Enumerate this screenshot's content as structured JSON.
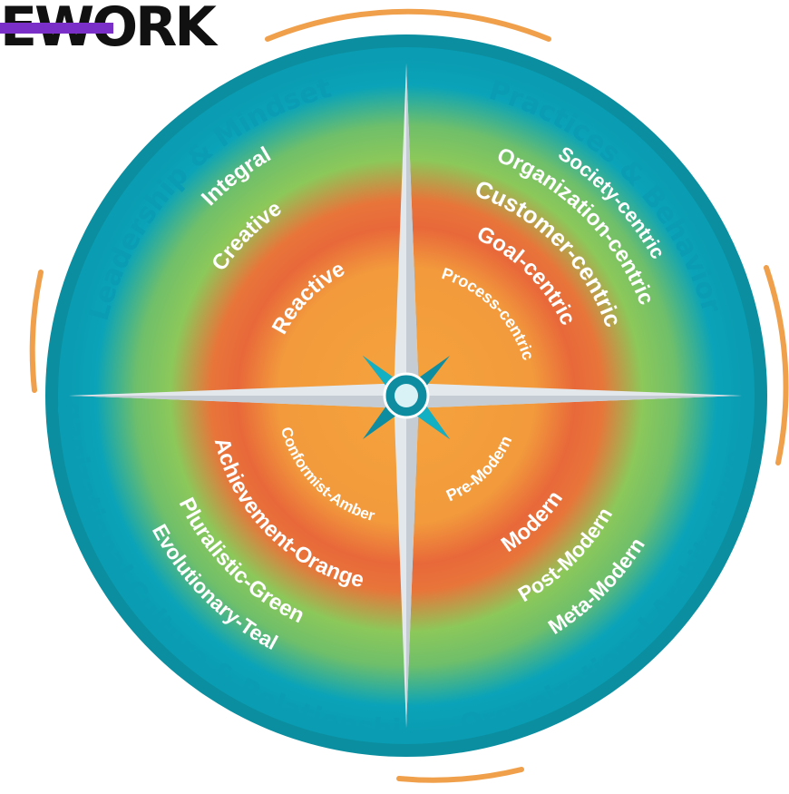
{
  "logo": {
    "text": "EWORK",
    "bar_color": "#7a2fc9"
  },
  "colors": {
    "teal": "#0aa3b8",
    "teal_dark": "#0a8ea0",
    "green": "#8cc85a",
    "orange": "#f5a33c",
    "red_orange": "#e8683a",
    "arc": "#f0a04b",
    "needle": "#d7dde3"
  },
  "quadrants": {
    "top_left": {
      "title": "Leadership & Mindset",
      "rings": [
        "Reactive",
        "Creative",
        "Integral"
      ]
    },
    "top_right": {
      "title": "Practices & Behavior",
      "rings": [
        "Process-centric",
        "Goal-centric",
        "Customer-centric",
        "Organization-centric",
        "Society-centric"
      ]
    },
    "bottom_left": {
      "title": "Organizational Culture & Relationships",
      "rings": [
        "Conformist-Amber",
        "Achievement-Orange",
        "Pluralistic-Green",
        "Evolutionary-Teal"
      ]
    },
    "bottom_right": {
      "title": "Organizational Architecture",
      "rings": [
        "Pre-Modern",
        "Modern",
        "Post-Modern",
        "Meta-Modern"
      ]
    }
  }
}
